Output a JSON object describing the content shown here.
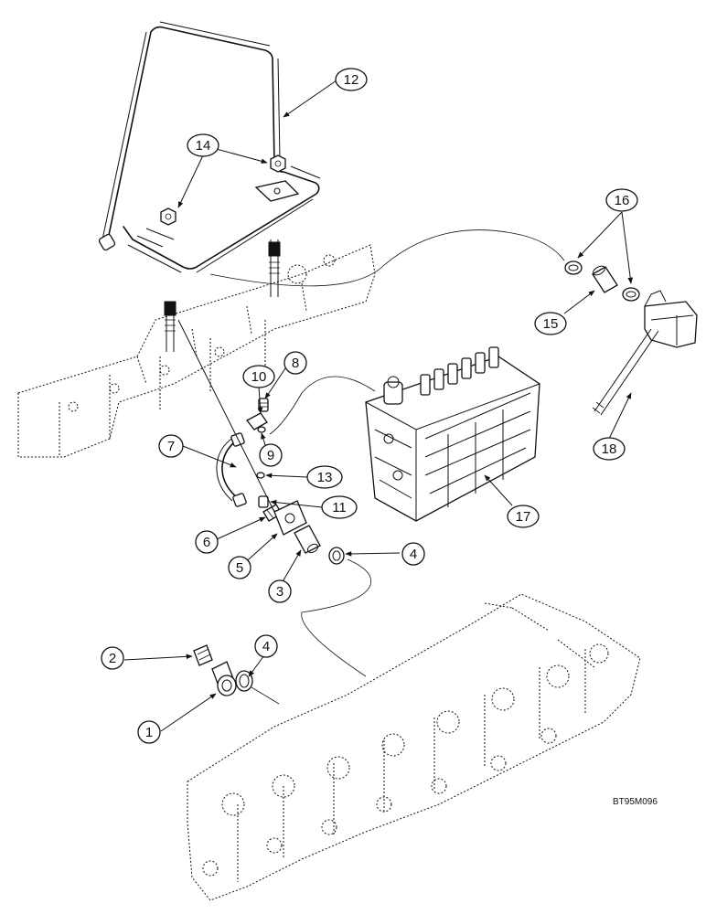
{
  "callouts": {
    "c1": "1",
    "c2": "2",
    "c3": "3",
    "c4a": "4",
    "c4b": "4",
    "c5": "5",
    "c6": "6",
    "c7": "7",
    "c8": "8",
    "c9": "9",
    "c10": "10",
    "c11": "11",
    "c12": "12",
    "c13": "13",
    "c14": "14",
    "c15": "15",
    "c16": "16",
    "c17": "17",
    "c18": "18"
  },
  "drawing_code": "BT95M096"
}
